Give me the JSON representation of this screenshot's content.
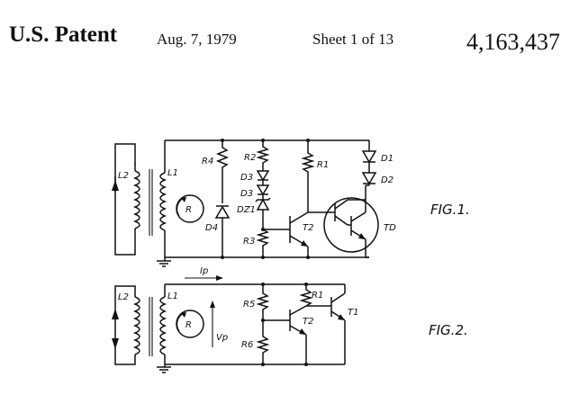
{
  "header": {
    "title": "U.S. Patent",
    "date": "Aug. 7, 1979",
    "sheet": "Sheet 1 of 13",
    "number": "4,163,437"
  },
  "fig1": {
    "caption": "FIG.1.",
    "labels": {
      "L2": "L2",
      "L1": "L1",
      "R": "R",
      "R4": "R4",
      "D4": "D4",
      "R2": "R2",
      "D3a": "D3",
      "D3b": "D3",
      "DZ1": "DZ1",
      "R3": "R3",
      "R1": "R1",
      "T2": "T2",
      "TD": "TD",
      "D1": "D1",
      "D2": "D2"
    }
  },
  "fig2": {
    "caption": "FIG.2.",
    "labels": {
      "L2": "L2",
      "L1": "L1",
      "R": "R",
      "Ip": "Ip",
      "Vp": "Vp",
      "R5": "R5",
      "R6": "R6",
      "R1": "R1",
      "T2": "T2",
      "T1": "T1"
    }
  }
}
